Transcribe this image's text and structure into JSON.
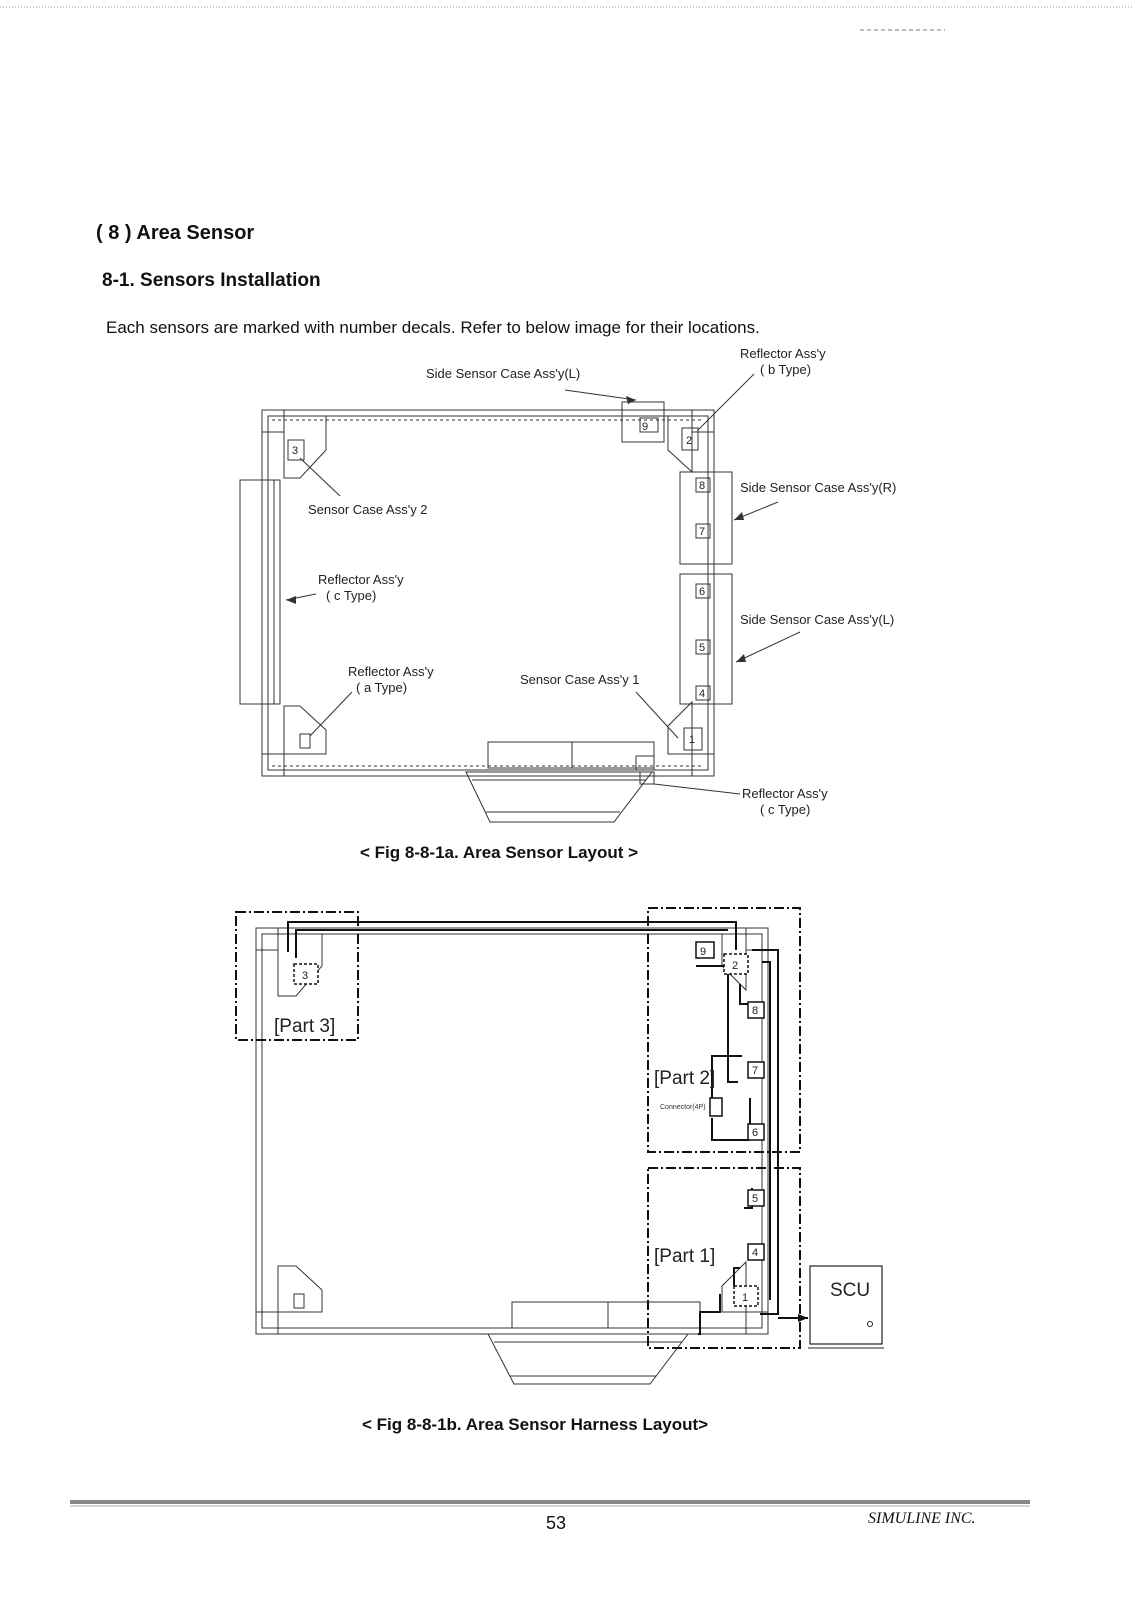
{
  "section": {
    "title": "( 8 ) Area Sensor",
    "subtitle": "8-1. Sensors Installation",
    "intro": "Each sensors are marked with number decals.   Refer to below image for their locations."
  },
  "figure_a": {
    "caption": "< Fig 8-8-1a. Area Sensor Layout >",
    "labels": {
      "side_case_l_top": "Side Sensor Case Ass'y(L)",
      "reflector_b_1": "Reflector Ass'y",
      "reflector_b_2": "( b Type)",
      "side_case_r": "Side Sensor Case Ass'y(R)",
      "sensor_case_2": "Sensor Case Ass'y 2",
      "reflector_c_left_1": "Reflector Ass'y",
      "reflector_c_left_2": "( c Type)",
      "side_case_l_right": "Side Sensor Case Ass'y(L)",
      "reflector_a_1": "Reflector Ass'y",
      "reflector_a_2": "( a Type)",
      "sensor_case_1": "Sensor Case Ass'y 1",
      "reflector_c_bottom_1": "Reflector Ass'y",
      "reflector_c_bottom_2": "( c Type)"
    },
    "sensors": [
      "1",
      "2",
      "3",
      "4",
      "5",
      "6",
      "7",
      "8",
      "9"
    ]
  },
  "figure_b": {
    "caption": "< Fig 8-8-1b. Area Sensor Harness Layout>",
    "part3": "[Part 3]",
    "part2": "[Part 2]",
    "part1": "[Part 1]",
    "connector": "Connector(4P)",
    "scu": "SCU",
    "sensors": [
      "1",
      "2",
      "3",
      "4",
      "5",
      "6",
      "7",
      "8",
      "9"
    ]
  },
  "footer": {
    "page_number": "53",
    "company": "SIMULINE INC."
  }
}
